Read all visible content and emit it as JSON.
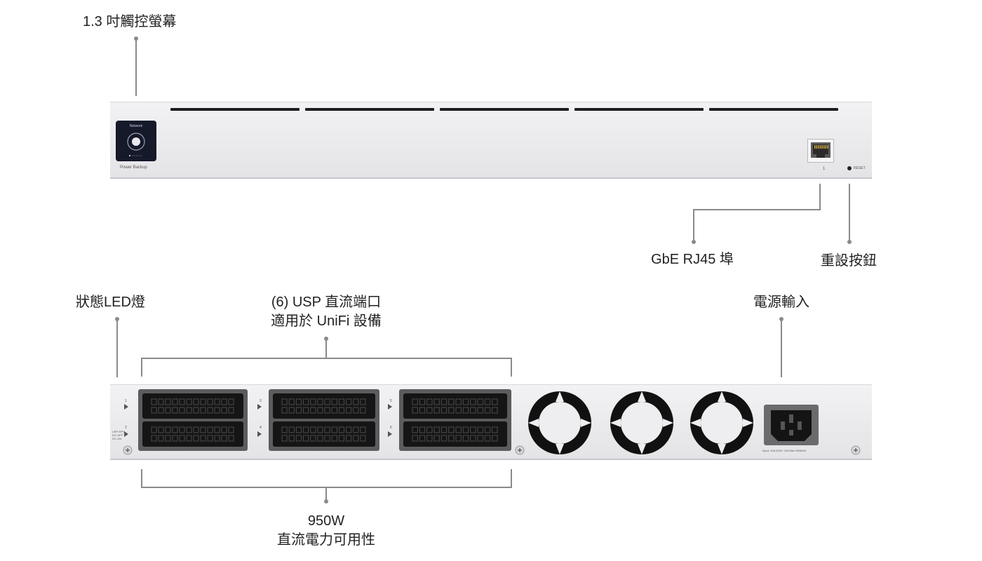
{
  "labels": {
    "touchscreen": "1.3 吋觸控螢幕",
    "rj45": "GbE RJ45 埠",
    "reset_button": "重設按鈕",
    "status_led": "狀態LED燈",
    "usp_ports_line1": "(6) USP 直流端口",
    "usp_ports_line2": "適用於 UniFi 設備",
    "power_input": "電源輸入",
    "power_line1": "950W",
    "power_line2": "直流電力可用性"
  },
  "device_front": {
    "screen_title": "Network",
    "screen_caption": "Power Backup",
    "port_number": "1",
    "reset_text": "RESET"
  },
  "device_back": {
    "port_numbers": [
      "1",
      "2",
      "3",
      "4",
      "5",
      "6"
    ],
    "led_text": [
      "USP-RPS",
      "DC-OFF",
      "DC-ON"
    ],
    "power_spec": "Input: 100-240V~10A Max 50/60Hz"
  },
  "colors": {
    "leader_line": "#8a8a8a",
    "chassis": "#ebebee",
    "screen": "#15192a",
    "port_block": "#151515"
  }
}
